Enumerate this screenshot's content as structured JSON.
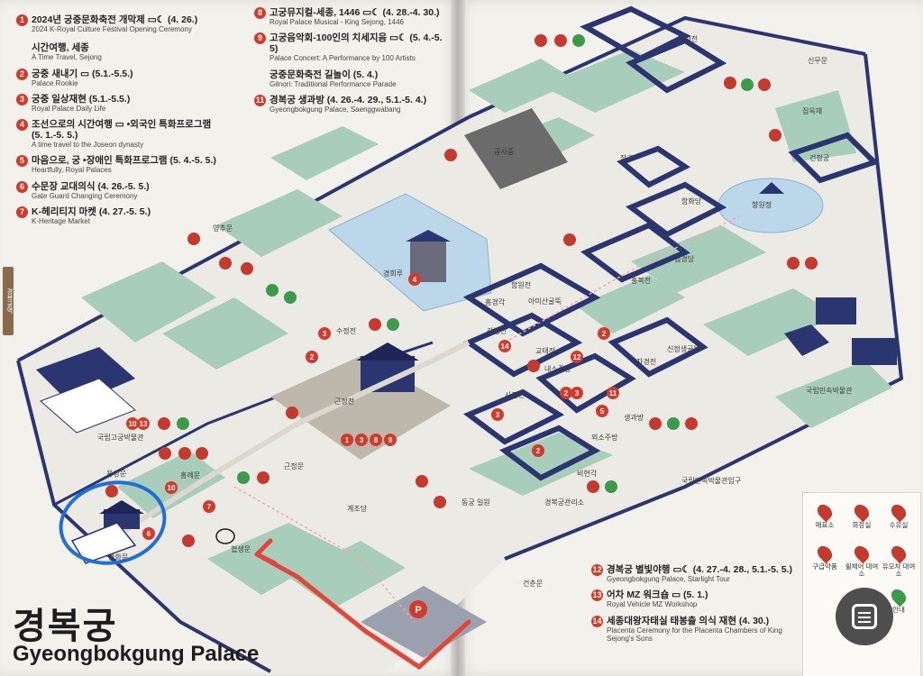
{
  "title": {
    "korean": "경복궁",
    "english": "Gyeongbokgung Palace"
  },
  "events_left": [
    {
      "num": "1",
      "ko": "2024년 궁중문화축전 개막제 ▭☾ (4. 26.)",
      "en": "2024 K-Royal Culture Festival Opening Ceremony"
    },
    {
      "num": "",
      "ko": "시간여행, 세종",
      "en": "A Time Travel, Sejong"
    },
    {
      "num": "2",
      "ko": "궁중 새내기 ▭ (5.1.-5.5.)",
      "en": "Palace Rookie"
    },
    {
      "num": "3",
      "ko": "궁중 일상재현 (5.1.-5.5.)",
      "en": "Royal Palace Daily Life"
    },
    {
      "num": "4",
      "ko": "조선으로의 시간여행 ▭ •외국인 특화프로그램 (5. 1.-5. 5.)",
      "en": "A time travel to the Joseon dynasty"
    },
    {
      "num": "5",
      "ko": "마음으로, 궁 •장애인 특화프로그램 (5. 4.-5. 5.)",
      "en": "Heartfully, Royal Palaces"
    },
    {
      "num": "6",
      "ko": "수문장 교대의식 (4. 26.-5. 5.)",
      "en": "Gate Guard Changing Ceremony"
    },
    {
      "num": "7",
      "ko": "K-헤리티지 마켓 (4. 27.-5. 5.)",
      "en": "K-Heritage Market"
    }
  ],
  "events_top": [
    {
      "num": "8",
      "ko": "고궁뮤지컬-세종, 1446 ▭☾ (4. 28.-4. 30.)",
      "en": "Royal Palace Musical - King Sejong, 1446"
    },
    {
      "num": "9",
      "ko": "고궁음악회-100인의 치세지음 ▭☾ (5. 4.-5. 5)",
      "en": "Palace Concert: A Performance by 100 Artists"
    },
    {
      "num": "",
      "ko": "궁중문화축전 길놀이 (5. 4.)",
      "en": "Gilnori: Traditional Performance Parade"
    },
    {
      "num": "11",
      "ko": "경복궁 생과방 (4. 26.-4. 29., 5.1.-5. 4.)",
      "en": "Gyeongbokgung Palace, Saenggwabang"
    }
  ],
  "events_bottom": [
    {
      "num": "12",
      "ko": "경복궁 별빛야행 ▭☾ (4. 27.-4. 28., 5.1.-5. 5.)",
      "en": "Gyeongbokgung Palace, Starlight Tour"
    },
    {
      "num": "13",
      "ko": "어차 MZ 워크숍 ▭ (5. 1.)",
      "en": "Royal Vehicle MZ Workshop"
    },
    {
      "num": "14",
      "ko": "세종대왕자태실 태봉출 의식 재현 (4. 30.)",
      "en": "Placenta Ceremony for the Placenta Chambers of King Sejong's Sons"
    }
  ],
  "map_labels": {
    "gwanghwamun": "광화문",
    "heungnyemun": "흥례문",
    "yongseongmun": "용성문",
    "geunjeongmun": "근정문",
    "geunjeongjeon": "근정전",
    "hyeopsaengmun": "협생문",
    "gyejodang": "계조당",
    "donggung": "동궁 일원",
    "management": "경복궁관리소",
    "gyeonghoeru": "경회루",
    "sujeongjeon": "수정전",
    "yeongchumun": "영추문",
    "museum_palace": "국립고궁박물관",
    "museum_folk": "국립민속박물관",
    "museum_folk_entrance": "국립민속박물관입구",
    "sajeongjeon": "사정전",
    "gangnyeongjeon": "강녕전",
    "gyotaejeon": "교태전",
    "amisan": "아미산굴뚝",
    "jagyeongjeon": "자경전",
    "heumgyeonggak": "흠경각",
    "hamwonjeon": "함원전",
    "naesojubang": "내소주방",
    "oesojubang": "외소주방",
    "saenggwabang": "생과방",
    "sinjeong": "신정생굴뚝",
    "bihyeongak": "비현각",
    "hyangwonjeong": "향원정",
    "jibokjae": "집옥재",
    "jipgyeongdang": "집경당",
    "hamhwadang": "함화당",
    "heungbokjeon": "홍복전",
    "taewonjeon": "태원전",
    "sinmumun": "신무문",
    "geonchunmun": "건춘문",
    "geoncheonggung": "건청궁",
    "gongsajung": "공사중",
    "janggo": "장고",
    "parking": "P"
  },
  "facilities_legend": [
    {
      "label": "매표소",
      "color": "#c43a2e"
    },
    {
      "label": "화장실",
      "color": "#c43a2e"
    },
    {
      "label": "수유실",
      "color": "#c43a2e"
    },
    {
      "label": "구급약품",
      "color": "#c43a2e"
    },
    {
      "label": "휠체어 대여소",
      "color": "#c43a2e"
    },
    {
      "label": "유모차 대여소",
      "color": "#c43a2e"
    },
    {
      "label": "안내",
      "color": "#3c9a4a"
    }
  ],
  "side_tab": "경복궁역",
  "colors": {
    "wall": "#2b3570",
    "lawn": "#a9cdbb",
    "water": "#bcd6ea",
    "courtyard": "#bdb7ac",
    "pin": "#c43a2e",
    "annotation_circle": "#1f6fd6",
    "annotation_arrow": "#e2453a"
  },
  "scan_button_icon": "document-scan-icon"
}
